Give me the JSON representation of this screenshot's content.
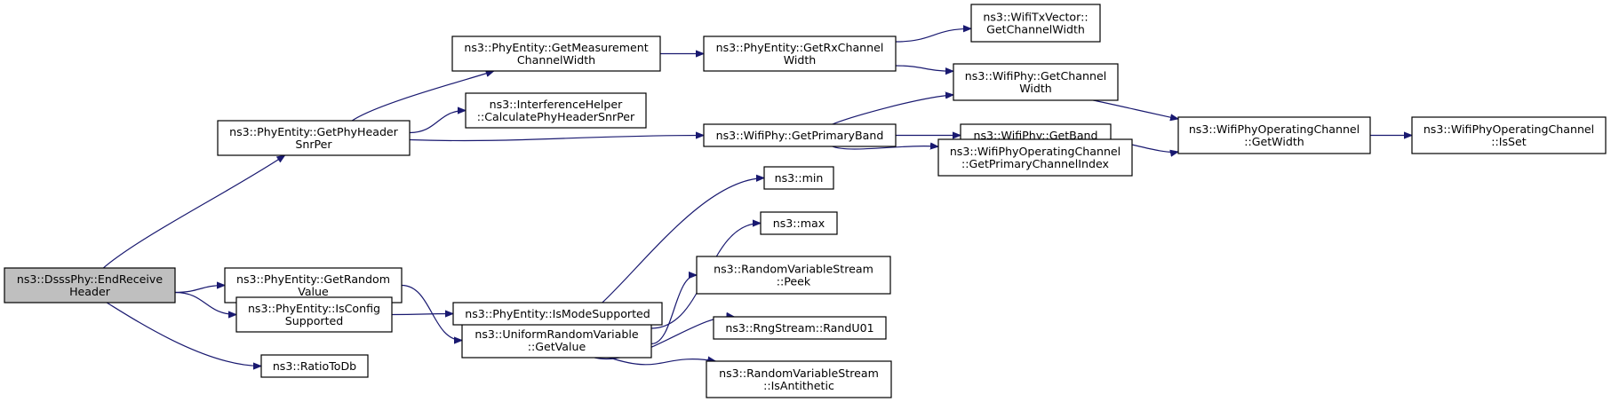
{
  "diagram": {
    "type": "call-graph",
    "edge_color": "#191970",
    "root_fill": "#bfbfbf",
    "nodes": [
      {
        "id": "end_receive_header",
        "lines": [
          "ns3::DsssPhy::EndReceive",
          "Header"
        ],
        "root": true
      },
      {
        "id": "get_phy_header_snr_per",
        "lines": [
          "ns3::PhyEntity::GetPhyHeader",
          "SnrPer"
        ]
      },
      {
        "id": "get_random_value",
        "lines": [
          "ns3::PhyEntity::GetRandom",
          "Value"
        ]
      },
      {
        "id": "is_config_supported",
        "lines": [
          "ns3::PhyEntity::IsConfig",
          "Supported"
        ]
      },
      {
        "id": "ratio_to_db",
        "lines": [
          "ns3::RatioToDb"
        ]
      },
      {
        "id": "get_measurement_channel_width",
        "lines": [
          "ns3::PhyEntity::GetMeasurement",
          "ChannelWidth"
        ]
      },
      {
        "id": "calculate_phy_header_snr_per",
        "lines": [
          "ns3::InterferenceHelper",
          "::CalculatePhyHeaderSnrPer"
        ]
      },
      {
        "id": "get_primary_band",
        "lines": [
          "ns3::WifiPhy::GetPrimaryBand"
        ]
      },
      {
        "id": "get_value",
        "lines": [
          "ns3::UniformRandomVariable",
          "::GetValue"
        ]
      },
      {
        "id": "is_mode_supported",
        "lines": [
          "ns3::PhyEntity::IsModeSupported"
        ]
      },
      {
        "id": "get_rx_channel_width",
        "lines": [
          "ns3::PhyEntity::GetRxChannel",
          "Width"
        ]
      },
      {
        "id": "get_band",
        "lines": [
          "ns3::WifiPhy::GetBand"
        ]
      },
      {
        "id": "wifi_phy_get_channel_width",
        "lines": [
          "ns3::WifiPhy::GetChannel",
          "Width"
        ]
      },
      {
        "id": "get_primary_channel_index",
        "lines": [
          "ns3::WifiPhyOperatingChannel",
          "::GetPrimaryChannelIndex"
        ]
      },
      {
        "id": "txvector_get_channel_width",
        "lines": [
          "ns3::WifiTxVector::",
          "GetChannelWidth"
        ]
      },
      {
        "id": "ns3_min",
        "lines": [
          "ns3::min"
        ]
      },
      {
        "id": "ns3_max",
        "lines": [
          "ns3::max"
        ]
      },
      {
        "id": "peek",
        "lines": [
          "ns3::RandomVariableStream",
          "::Peek"
        ]
      },
      {
        "id": "rand_u01",
        "lines": [
          "ns3::RngStream::RandU01"
        ]
      },
      {
        "id": "is_antithetic",
        "lines": [
          "ns3::RandomVariableStream",
          "::IsAntithetic"
        ]
      },
      {
        "id": "op_channel_get_width",
        "lines": [
          "ns3::WifiPhyOperatingChannel",
          "::GetWidth"
        ]
      },
      {
        "id": "is_set",
        "lines": [
          "ns3::WifiPhyOperatingChannel",
          "::IsSet"
        ]
      }
    ],
    "edges": [
      {
        "from": "end_receive_header",
        "to": "get_phy_header_snr_per"
      },
      {
        "from": "end_receive_header",
        "to": "get_random_value"
      },
      {
        "from": "end_receive_header",
        "to": "is_config_supported"
      },
      {
        "from": "end_receive_header",
        "to": "ratio_to_db"
      },
      {
        "from": "get_phy_header_snr_per",
        "to": "get_measurement_channel_width"
      },
      {
        "from": "get_phy_header_snr_per",
        "to": "calculate_phy_header_snr_per"
      },
      {
        "from": "get_phy_header_snr_per",
        "to": "get_primary_band"
      },
      {
        "from": "get_measurement_channel_width",
        "to": "get_rx_channel_width"
      },
      {
        "from": "get_rx_channel_width",
        "to": "txvector_get_channel_width"
      },
      {
        "from": "get_rx_channel_width",
        "to": "wifi_phy_get_channel_width"
      },
      {
        "from": "get_primary_band",
        "to": "wifi_phy_get_channel_width"
      },
      {
        "from": "get_primary_band",
        "to": "get_band"
      },
      {
        "from": "get_primary_band",
        "to": "get_primary_channel_index"
      },
      {
        "from": "wifi_phy_get_channel_width",
        "to": "op_channel_get_width"
      },
      {
        "from": "get_primary_channel_index",
        "to": "op_channel_get_width"
      },
      {
        "from": "op_channel_get_width",
        "to": "is_set"
      },
      {
        "from": "get_random_value",
        "to": "get_value"
      },
      {
        "from": "get_value",
        "to": "ns3_min"
      },
      {
        "from": "get_value",
        "to": "ns3_max"
      },
      {
        "from": "get_value",
        "to": "peek"
      },
      {
        "from": "get_value",
        "to": "rand_u01"
      },
      {
        "from": "get_value",
        "to": "is_antithetic"
      },
      {
        "from": "is_config_supported",
        "to": "is_mode_supported"
      }
    ]
  }
}
